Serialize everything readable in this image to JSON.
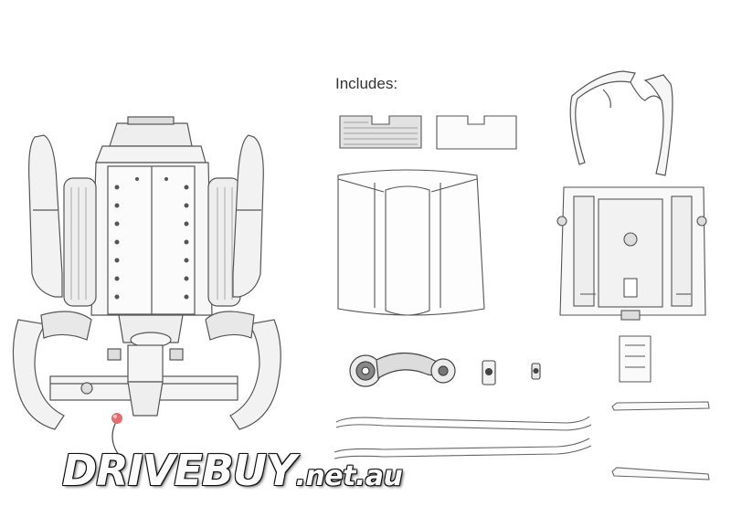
{
  "caption": {
    "includes_label": "Includes:"
  },
  "watermark": {
    "brand": "DRIVEBUY",
    "domain": ".net.au"
  },
  "colors": {
    "line": "#555555",
    "shade": "#9a9a9a",
    "light": "#d9d9d9",
    "dot": "#e07070"
  }
}
